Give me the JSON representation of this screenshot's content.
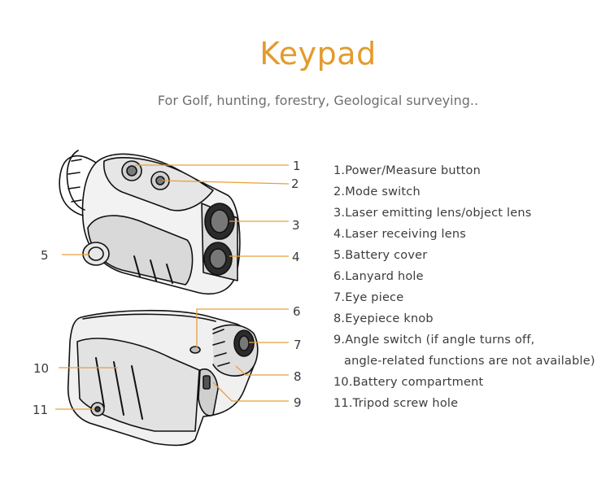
{
  "header": {
    "title": "Keypad",
    "subtitle": "For Golf, hunting, forestry, Geological surveying.."
  },
  "colors": {
    "accent": "#e39b2e",
    "callout_line": "#e8a03a",
    "text": "#3c3c3c"
  },
  "callouts": [
    "1",
    "2",
    "3",
    "4",
    "5",
    "6",
    "7",
    "8",
    "9",
    "10",
    "11"
  ],
  "legend": [
    "1.Power/Measure button",
    "2.Mode switch",
    "3.Laser emitting lens/object lens",
    "4.Laser receiving lens",
    "5.Battery cover",
    "6.Lanyard hole",
    "7.Eye piece",
    "8.Eyepiece knob",
    "9.Angle switch (if angle turns off,",
    "angle-related functions are not available)",
    "10.Battery compartment",
    "11.Tripod screw hole"
  ]
}
